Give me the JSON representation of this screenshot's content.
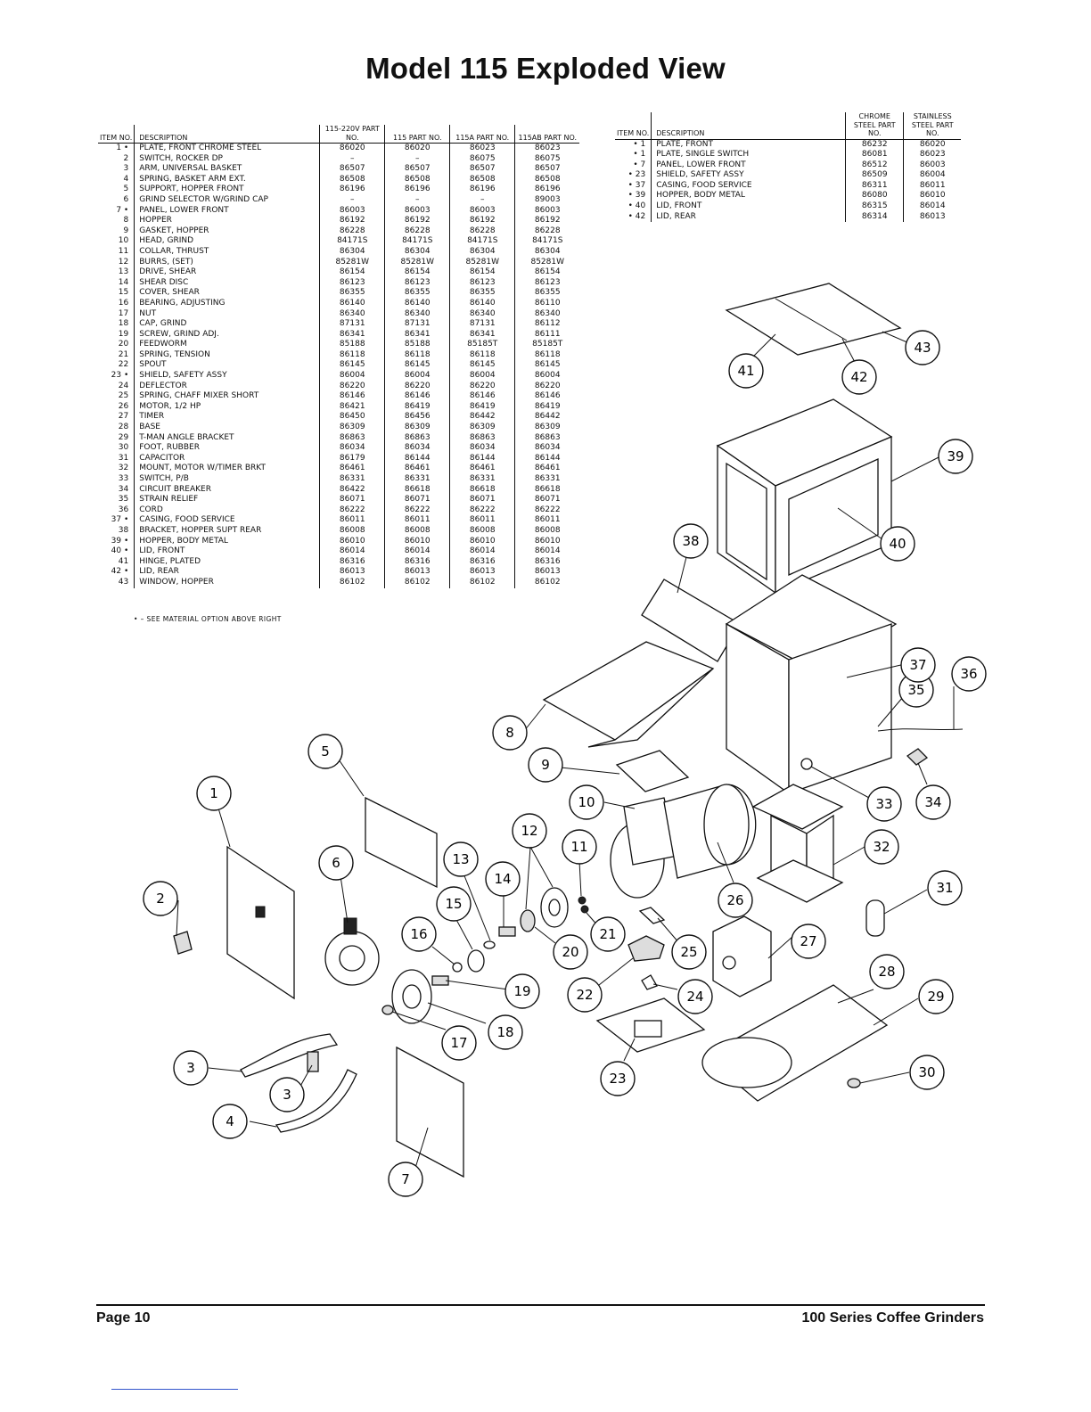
{
  "title": "Model 115 Exploded View",
  "left_table": {
    "headers": {
      "item_no": "ITEM NO.",
      "description": "DESCRIPTION",
      "col_220v": "115-220V PART NO.",
      "col_115": "115 PART NO.",
      "col_115a": "115A PART NO.",
      "col_115ab": "115AB PART NO."
    },
    "rows": [
      {
        "no": "1 •",
        "desc": "PLATE, FRONT CHROME STEEL",
        "v220": "86020",
        "p115": "86020",
        "p115a": "86023",
        "p115ab": "86023"
      },
      {
        "no": "2",
        "desc": "SWITCH, ROCKER DP",
        "v220": "–",
        "p115": "–",
        "p115a": "86075",
        "p115ab": "86075"
      },
      {
        "no": "3",
        "desc": "ARM, UNIVERSAL BASKET",
        "v220": "86507",
        "p115": "86507",
        "p115a": "86507",
        "p115ab": "86507"
      },
      {
        "no": "4",
        "desc": "SPRING, BASKET ARM EXT.",
        "v220": "86508",
        "p115": "86508",
        "p115a": "86508",
        "p115ab": "86508"
      },
      {
        "no": "5",
        "desc": "SUPPORT, HOPPER FRONT",
        "v220": "86196",
        "p115": "86196",
        "p115a": "86196",
        "p115ab": "86196"
      },
      {
        "no": "6",
        "desc": "GRIND SELECTOR W/GRIND CAP",
        "v220": "–",
        "p115": "–",
        "p115a": "–",
        "p115ab": "89003"
      },
      {
        "no": "7 •",
        "desc": "PANEL, LOWER FRONT",
        "v220": "86003",
        "p115": "86003",
        "p115a": "86003",
        "p115ab": "86003"
      },
      {
        "no": "8",
        "desc": "HOPPER",
        "v220": "86192",
        "p115": "86192",
        "p115a": "86192",
        "p115ab": "86192"
      },
      {
        "no": "9",
        "desc": "GASKET, HOPPER",
        "v220": "86228",
        "p115": "86228",
        "p115a": "86228",
        "p115ab": "86228"
      },
      {
        "no": "10",
        "desc": "HEAD, GRIND",
        "v220": "84171S",
        "p115": "84171S",
        "p115a": "84171S",
        "p115ab": "84171S"
      },
      {
        "no": "11",
        "desc": "COLLAR, THRUST",
        "v220": "86304",
        "p115": "86304",
        "p115a": "86304",
        "p115ab": "86304"
      },
      {
        "no": "12",
        "desc": "BURRS, (SET)",
        "v220": "85281W",
        "p115": "85281W",
        "p115a": "85281W",
        "p115ab": "85281W"
      },
      {
        "no": "13",
        "desc": "DRIVE, SHEAR",
        "v220": "86154",
        "p115": "86154",
        "p115a": "86154",
        "p115ab": "86154"
      },
      {
        "no": "14",
        "desc": "SHEAR DISC",
        "v220": "86123",
        "p115": "86123",
        "p115a": "86123",
        "p115ab": "86123"
      },
      {
        "no": "15",
        "desc": "COVER, SHEAR",
        "v220": "86355",
        "p115": "86355",
        "p115a": "86355",
        "p115ab": "86355"
      },
      {
        "no": "16",
        "desc": "BEARING, ADJUSTING",
        "v220": "86140",
        "p115": "86140",
        "p115a": "86140",
        "p115ab": "86110"
      },
      {
        "no": "17",
        "desc": "NUT",
        "v220": "86340",
        "p115": "86340",
        "p115a": "86340",
        "p115ab": "86340"
      },
      {
        "no": "18",
        "desc": "CAP, GRIND",
        "v220": "87131",
        "p115": "87131",
        "p115a": "87131",
        "p115ab": "86112"
      },
      {
        "no": "19",
        "desc": "SCREW, GRIND ADJ.",
        "v220": "86341",
        "p115": "86341",
        "p115a": "86341",
        "p115ab": "86111"
      },
      {
        "no": "20",
        "desc": "FEEDWORM",
        "v220": "85188",
        "p115": "85188",
        "p115a": "85185T",
        "p115ab": "85185T"
      },
      {
        "no": "21",
        "desc": "SPRING, TENSION",
        "v220": "86118",
        "p115": "86118",
        "p115a": "86118",
        "p115ab": "86118"
      },
      {
        "no": "22",
        "desc": "SPOUT",
        "v220": "86145",
        "p115": "86145",
        "p115a": "86145",
        "p115ab": "86145"
      },
      {
        "no": "23 •",
        "desc": "SHIELD, SAFETY ASSY",
        "v220": "86004",
        "p115": "86004",
        "p115a": "86004",
        "p115ab": "86004"
      },
      {
        "no": "24",
        "desc": "DEFLECTOR",
        "v220": "86220",
        "p115": "86220",
        "p115a": "86220",
        "p115ab": "86220"
      },
      {
        "no": "25",
        "desc": "SPRING, CHAFF MIXER SHORT",
        "v220": "86146",
        "p115": "86146",
        "p115a": "86146",
        "p115ab": "86146"
      },
      {
        "no": "26",
        "desc": "MOTOR, 1/2 HP",
        "v220": "86421",
        "p115": "86419",
        "p115a": "86419",
        "p115ab": "86419"
      },
      {
        "no": "27",
        "desc": "TIMER",
        "v220": "86450",
        "p115": "86456",
        "p115a": "86442",
        "p115ab": "86442"
      },
      {
        "no": "28",
        "desc": "BASE",
        "v220": "86309",
        "p115": "86309",
        "p115a": "86309",
        "p115ab": "86309"
      },
      {
        "no": "29",
        "desc": "T-MAN ANGLE BRACKET",
        "v220": "86863",
        "p115": "86863",
        "p115a": "86863",
        "p115ab": "86863"
      },
      {
        "no": "30",
        "desc": "FOOT, RUBBER",
        "v220": "86034",
        "p115": "86034",
        "p115a": "86034",
        "p115ab": "86034"
      },
      {
        "no": "31",
        "desc": "CAPACITOR",
        "v220": "86179",
        "p115": "86144",
        "p115a": "86144",
        "p115ab": "86144"
      },
      {
        "no": "32",
        "desc": "MOUNT, MOTOR W/TIMER BRKT",
        "v220": "86461",
        "p115": "86461",
        "p115a": "86461",
        "p115ab": "86461"
      },
      {
        "no": "33",
        "desc": "SWITCH, P/B",
        "v220": "86331",
        "p115": "86331",
        "p115a": "86331",
        "p115ab": "86331"
      },
      {
        "no": "34",
        "desc": "CIRCUIT BREAKER",
        "v220": "86422",
        "p115": "86618",
        "p115a": "86618",
        "p115ab": "86618"
      },
      {
        "no": "35",
        "desc": "STRAIN RELIEF",
        "v220": "86071",
        "p115": "86071",
        "p115a": "86071",
        "p115ab": "86071"
      },
      {
        "no": "36",
        "desc": "CORD",
        "v220": "86222",
        "p115": "86222",
        "p115a": "86222",
        "p115ab": "86222"
      },
      {
        "no": "37 •",
        "desc": "CASING, FOOD SERVICE",
        "v220": "86011",
        "p115": "86011",
        "p115a": "86011",
        "p115ab": "86011"
      },
      {
        "no": "38",
        "desc": "BRACKET, HOPPER SUPT REAR",
        "v220": "86008",
        "p115": "86008",
        "p115a": "86008",
        "p115ab": "86008"
      },
      {
        "no": "39 •",
        "desc": "HOPPER, BODY METAL",
        "v220": "86010",
        "p115": "86010",
        "p115a": "86010",
        "p115ab": "86010"
      },
      {
        "no": "40 •",
        "desc": "LID, FRONT",
        "v220": "86014",
        "p115": "86014",
        "p115a": "86014",
        "p115ab": "86014"
      },
      {
        "no": "41",
        "desc": "HINGE, PLATED",
        "v220": "86316",
        "p115": "86316",
        "p115a": "86316",
        "p115ab": "86316"
      },
      {
        "no": "42 •",
        "desc": "LID, REAR",
        "v220": "86013",
        "p115": "86013",
        "p115a": "86013",
        "p115ab": "86013"
      },
      {
        "no": "43",
        "desc": "WINDOW, HOPPER",
        "v220": "86102",
        "p115": "86102",
        "p115a": "86102",
        "p115ab": "86102"
      }
    ]
  },
  "footnote": "• – SEE MATERIAL OPTION ABOVE RIGHT",
  "right_table": {
    "headers": {
      "item_no": "ITEM NO.",
      "description": "DESCRIPTION",
      "chrome": "CHROME STEEL PART NO.",
      "stainless": "STAINLESS STEEL PART NO."
    },
    "rows": [
      {
        "no": "• 1",
        "desc": "PLATE, FRONT",
        "chrome": "86232",
        "stainless": "86020"
      },
      {
        "no": "• 1",
        "desc": "PLATE, SINGLE SWITCH",
        "chrome": "86081",
        "stainless": "86023"
      },
      {
        "no": "• 7",
        "desc": "PANEL, LOWER FRONT",
        "chrome": "86512",
        "stainless": "86003"
      },
      {
        "no": "• 23",
        "desc": "SHIELD, SAFETY ASSY",
        "chrome": "86509",
        "stainless": "86004"
      },
      {
        "no": "• 37",
        "desc": "CASING, FOOD SERVICE",
        "chrome": "86311",
        "stainless": "86011"
      },
      {
        "no": "• 39",
        "desc": "HOPPER, BODY METAL",
        "chrome": "86080",
        "stainless": "86010"
      },
      {
        "no": "• 40",
        "desc": "LID, FRONT",
        "chrome": "86315",
        "stainless": "86014"
      },
      {
        "no": "• 42",
        "desc": "LID, REAR",
        "chrome": "86314",
        "stainless": "86013"
      }
    ]
  },
  "callouts": [
    "1",
    "2",
    "3",
    "3",
    "4",
    "5",
    "6",
    "7",
    "8",
    "9",
    "10",
    "11",
    "12",
    "13",
    "14",
    "15",
    "16",
    "17",
    "18",
    "19",
    "20",
    "21",
    "22",
    "23",
    "24",
    "25",
    "26",
    "27",
    "28",
    "29",
    "30",
    "31",
    "32",
    "33",
    "34",
    "35",
    "36",
    "37",
    "38",
    "39",
    "40",
    "41",
    "42",
    "43"
  ],
  "footer": {
    "page": "Page 10",
    "series": "100 Series Coffee Grinders"
  }
}
